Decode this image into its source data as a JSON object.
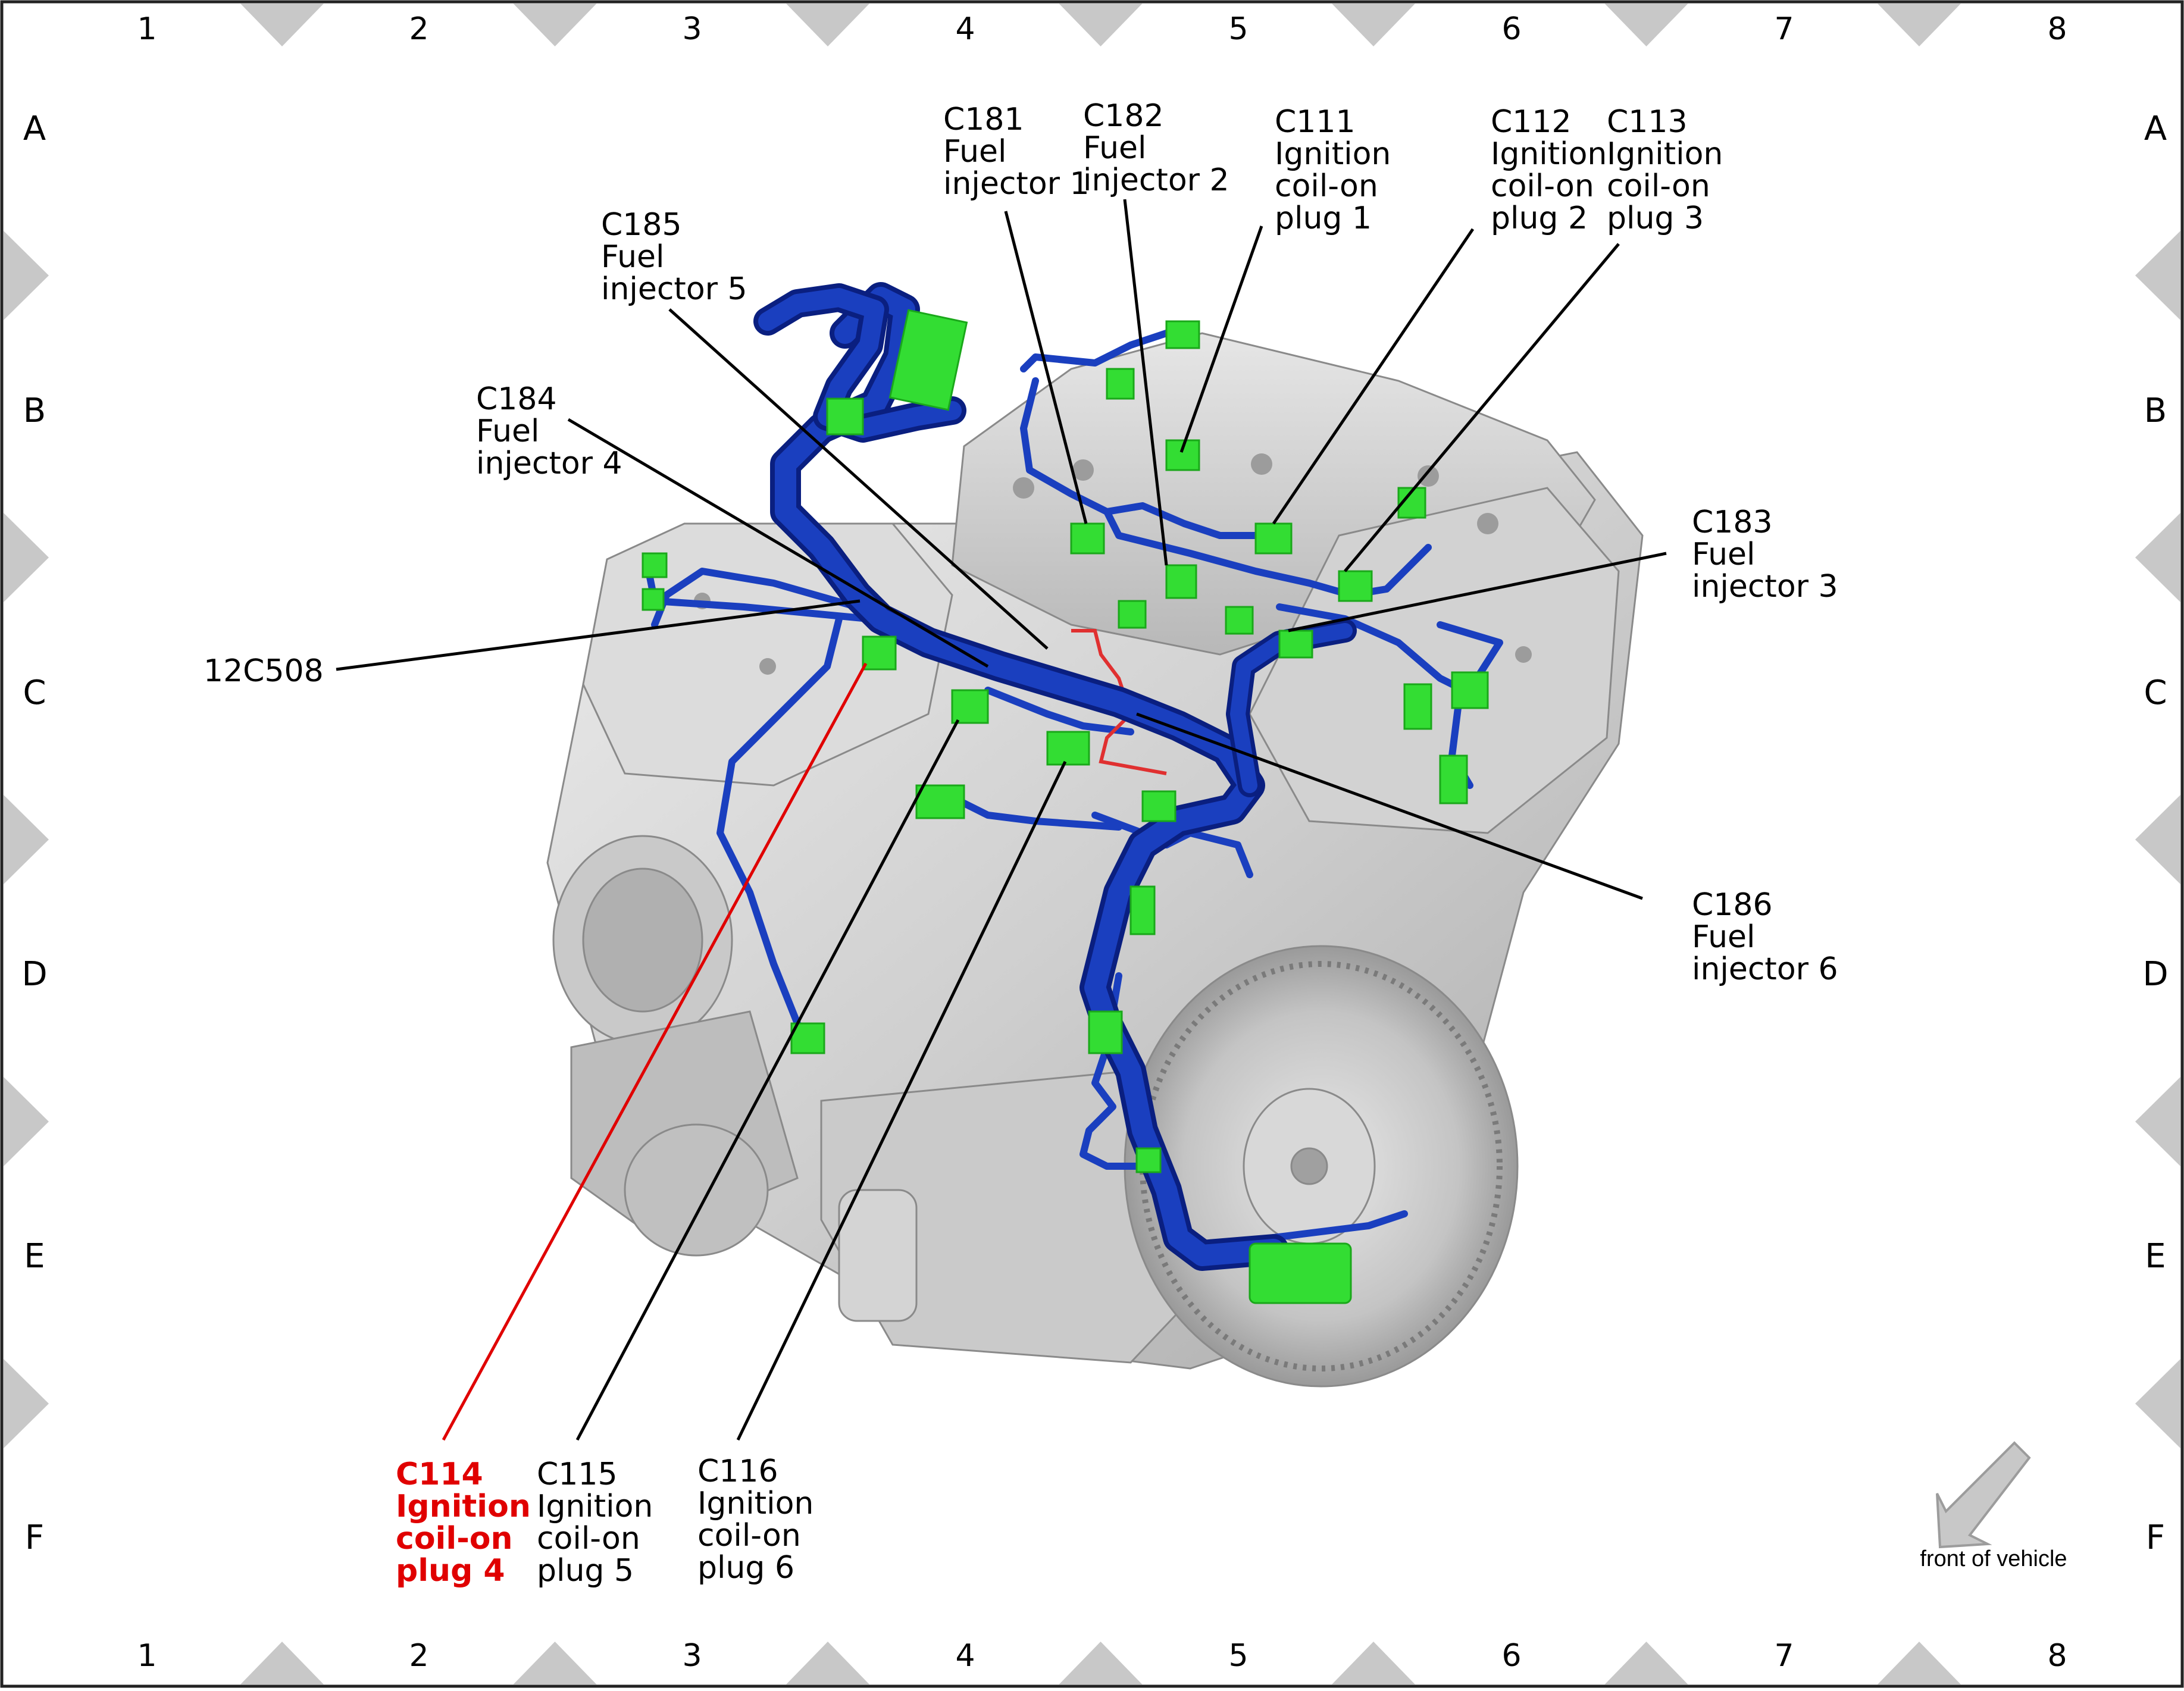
{
  "grid": {
    "columns": [
      "1",
      "2",
      "3",
      "4",
      "5",
      "6",
      "7",
      "8"
    ],
    "rows": [
      "A",
      "B",
      "C",
      "D",
      "E",
      "F"
    ]
  },
  "callouts": [
    {
      "id": "c181",
      "lines": [
        "C181",
        "Fuel",
        "injector 1"
      ],
      "highlight": false
    },
    {
      "id": "c182",
      "lines": [
        "C182",
        "Fuel",
        "injector 2"
      ],
      "highlight": false
    },
    {
      "id": "c111",
      "lines": [
        "C111",
        "Ignition",
        "coil-on",
        "plug 1"
      ],
      "highlight": false
    },
    {
      "id": "c112",
      "lines": [
        "C112",
        "Ignition",
        "coil-on",
        "plug 2"
      ],
      "highlight": false
    },
    {
      "id": "c113",
      "lines": [
        "C113",
        "Ignition",
        "coil-on",
        "plug 3"
      ],
      "highlight": false
    },
    {
      "id": "c185",
      "lines": [
        "C185",
        "Fuel",
        "injector 5"
      ],
      "highlight": false
    },
    {
      "id": "c184",
      "lines": [
        "C184",
        "Fuel",
        "injector 4"
      ],
      "highlight": false
    },
    {
      "id": "c183",
      "lines": [
        "C183",
        "Fuel",
        "injector 3"
      ],
      "highlight": false
    },
    {
      "id": "12c508",
      "lines": [
        "12C508"
      ],
      "highlight": false
    },
    {
      "id": "c186",
      "lines": [
        "C186",
        "Fuel",
        "injector 6"
      ],
      "highlight": false
    },
    {
      "id": "c114",
      "lines": [
        "C114",
        "Ignition",
        "coil-on",
        "plug 4"
      ],
      "highlight": true
    },
    {
      "id": "c115",
      "lines": [
        "C115",
        "Ignition",
        "coil-on",
        "plug 5"
      ],
      "highlight": false
    },
    {
      "id": "c116",
      "lines": [
        "C116",
        "Ignition",
        "coil-on",
        "plug 6"
      ],
      "highlight": false
    }
  ],
  "orientation_note": "front of vehicle",
  "colors": {
    "harness": "#1a3fbf",
    "harness_dark": "#0a1f80",
    "connector": "#33dd33",
    "connector_dark": "#1aa81a",
    "engine": "#d6d6d6",
    "engine_shade": "#b3b3b3",
    "highlight": "#e00000",
    "leader": "#000000",
    "wire_red": "#e03030"
  }
}
